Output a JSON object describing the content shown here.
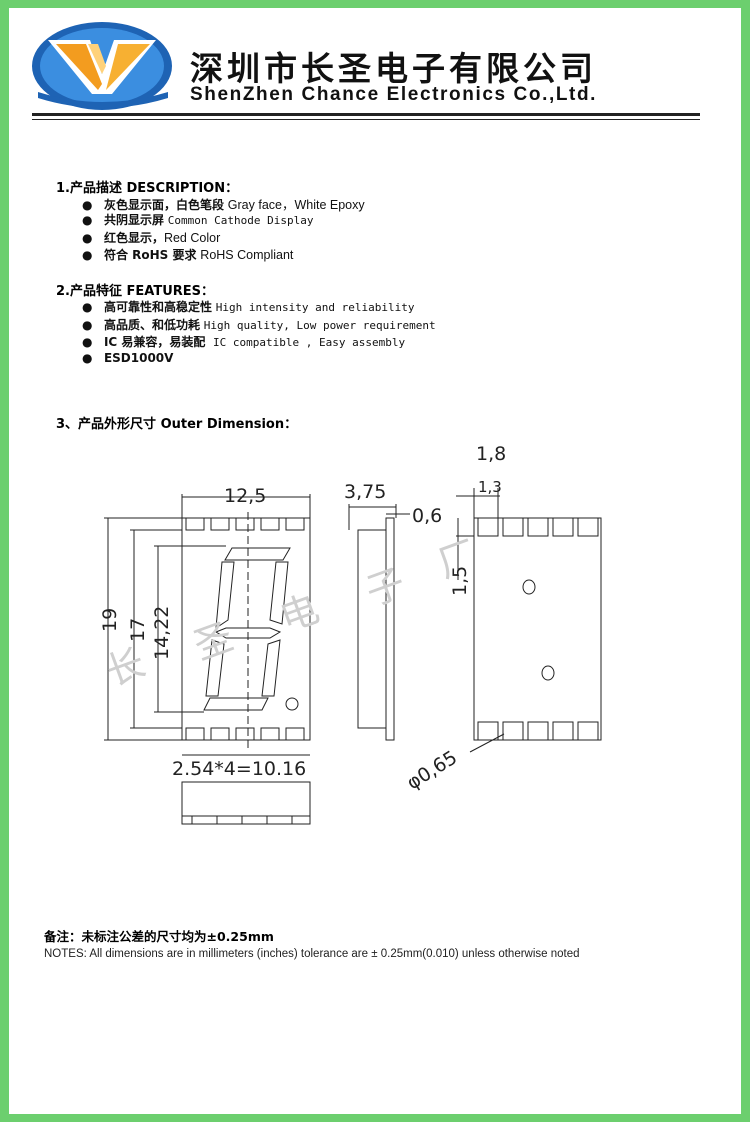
{
  "header": {
    "company_cn": "深圳市长圣电子有限公司",
    "company_en": "ShenZhen Chance Electronics Co.,Ltd."
  },
  "sections": [
    {
      "title": "1.产品描述 DESCRIPTION：",
      "items": [
        {
          "cn": "灰色显示面，白色笔段",
          "en": "Gray face，White Epoxy"
        },
        {
          "cn": "共阴显示屏",
          "en": "Common Cathode Display"
        },
        {
          "cn": "红色显示，",
          "en": "Red Color"
        },
        {
          "cn": "符合 RoHS 要求",
          "en": "RoHS Compliant"
        }
      ]
    },
    {
      "title": "2.产品特征 FEATURES：",
      "items": [
        {
          "cn": "高可靠性和高稳定性",
          "en": "High intensity and reliability"
        },
        {
          "cn": "高品质、和低功耗",
          "en": "High quality, Low power requirement"
        },
        {
          "cn": "IC 易兼容，易装配",
          "en": "IC compatible , Easy assembly"
        },
        {
          "cn": "ESD1000V",
          "en": ""
        }
      ]
    },
    {
      "title": "3、产品外形尺寸 Outer Dimension：",
      "items": []
    }
  ],
  "dimensions": {
    "width": "12,5",
    "height": "19",
    "inner_height": "17",
    "digit_height": "14,22",
    "pitch": "2.54*4=10.16",
    "thickness": "3,75",
    "lead": "0,6",
    "side_height": "1,8",
    "pad": "1,3",
    "offset": "1,5",
    "hole": "φ0,65"
  },
  "watermark": [
    "长",
    "圣",
    "电",
    "子",
    "厂"
  ],
  "notes": {
    "cn": "备注：未标注公差的尺寸均为±0.25mm",
    "en": "NOTES: All dimensions are in millimeters (inches) tolerance are ± 0.25mm(0.010) unless otherwise noted"
  },
  "colors": {
    "frame": "#6ccf6e",
    "logo_orange": "#f39c1f",
    "logo_blue": "#1e63b4"
  }
}
